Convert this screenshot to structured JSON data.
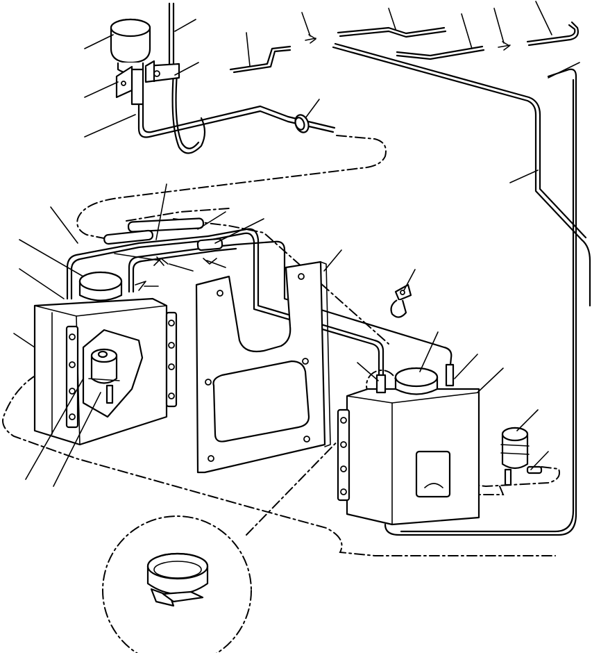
{
  "diagram": {
    "kind": "exploded parts diagram — window washer tanks, pumps and hoses",
    "callout_labels_printed": false
  },
  "parts": [
    {
      "name": "upper-washer-pump"
    },
    {
      "name": "pump-mounting-bracket"
    },
    {
      "name": "hose-clip-upper"
    },
    {
      "name": "front-washer-tank"
    },
    {
      "name": "front-tank-cap"
    },
    {
      "name": "front-tank-pump"
    },
    {
      "name": "tank-mounting-plate"
    },
    {
      "name": "rear-washer-tank"
    },
    {
      "name": "rear-tank-cap"
    },
    {
      "name": "rear-tank-pump"
    },
    {
      "name": "pipe-clamp"
    },
    {
      "name": "hose-clamp-detail"
    },
    {
      "name": "nozzle-joints"
    },
    {
      "name": "washer-hoses"
    }
  ]
}
